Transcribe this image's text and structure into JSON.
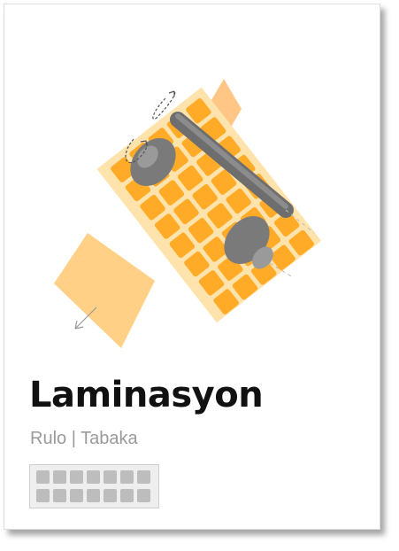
{
  "card": {
    "title": "Laminasyon",
    "subtitle": "Rulo | Tabaka"
  },
  "illustration": {
    "icon": "lamination-roller-icon",
    "colors": {
      "sheet": "#ffc870",
      "sheet_edge": "#ffb866",
      "tile": "#ffab28",
      "roller": "#6e6e6e",
      "roller_light": "#9a9a9a"
    }
  },
  "tray": {
    "icon": "sheet-tray-icon",
    "rows": 2,
    "columns": 7,
    "colors": {
      "background": "#eeeeee",
      "cell": "#bdbdbd"
    }
  }
}
